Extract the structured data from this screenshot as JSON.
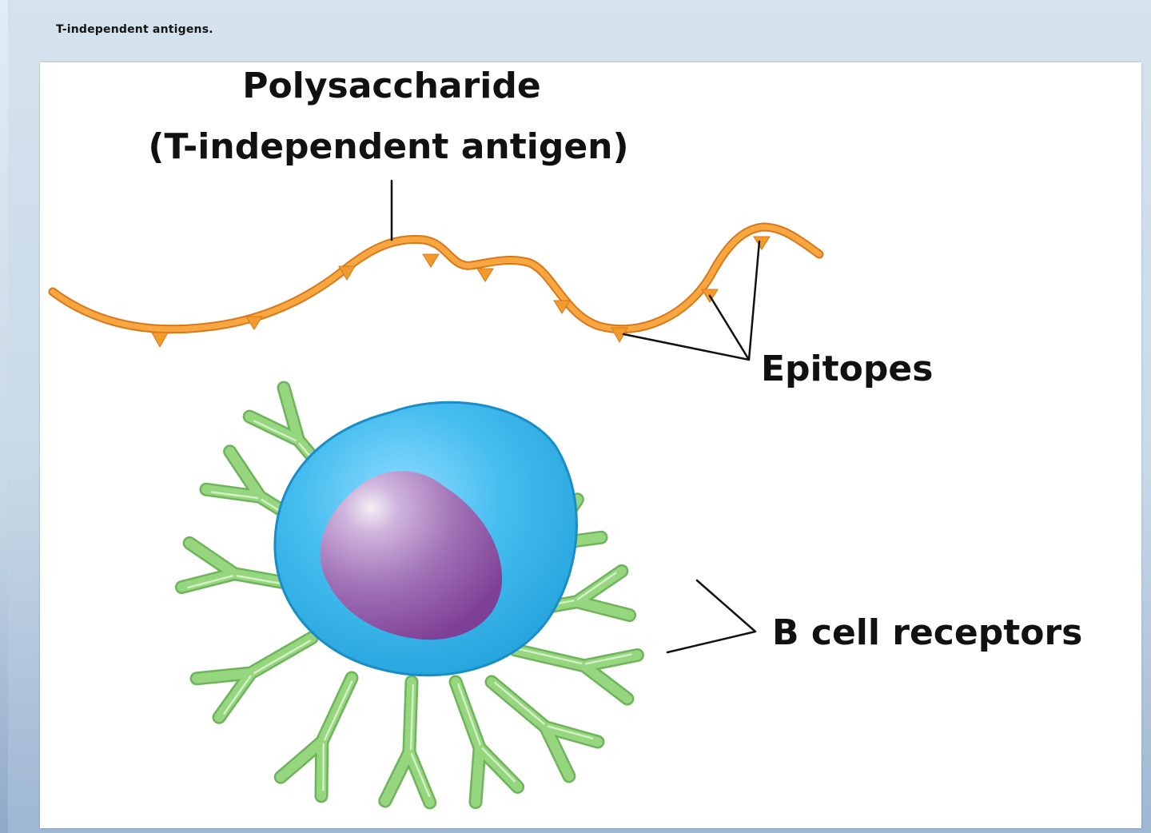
{
  "slide": {
    "title": "T-independent antigens."
  },
  "diagram": {
    "labels": {
      "antigen_line1": "Polysaccharide",
      "antigen_line2": "(T-independent antigen)",
      "epitopes": "Epitopes",
      "receptors": "B cell receptors"
    },
    "colors": {
      "polysaccharide": "#f39a2c",
      "receptor": "#8fd07a",
      "receptor_edge": "#6fb35c",
      "cell": "#36b2e6",
      "cell_edge": "#1f8fc4",
      "nucleus": "#8a4f9f",
      "label_text": "#111111"
    }
  }
}
